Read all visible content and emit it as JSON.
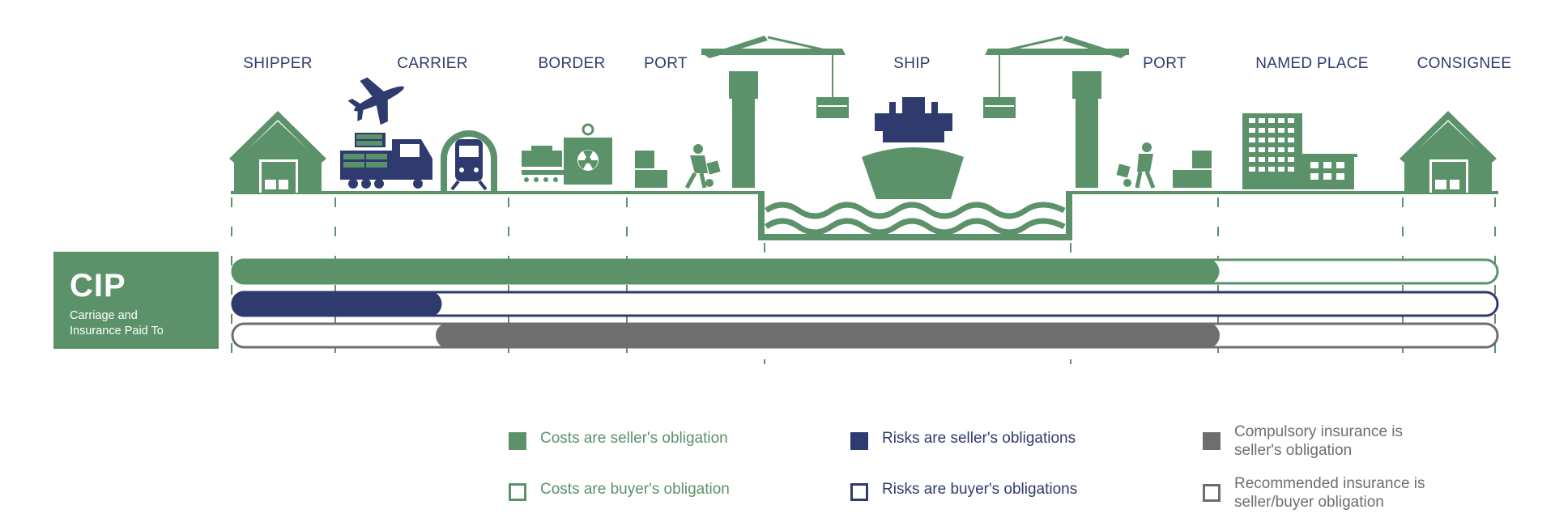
{
  "stages": [
    {
      "id": "shipper",
      "label": "SHIPPER"
    },
    {
      "id": "carrier",
      "label": "CARRIER"
    },
    {
      "id": "border",
      "label": "BORDER"
    },
    {
      "id": "port-origin",
      "label": "PORT"
    },
    {
      "id": "ship",
      "label": "SHIP"
    },
    {
      "id": "port-destination",
      "label": "PORT"
    },
    {
      "id": "named-place",
      "label": "NAMED PLACE"
    },
    {
      "id": "consignee",
      "label": "CONSIGNEE"
    }
  ],
  "term": {
    "code": "CIP",
    "name": "Carriage and Insurance Paid To"
  },
  "obligations": {
    "costs": {
      "seller_from": "shipper",
      "seller_to": "named-place"
    },
    "risks": {
      "seller_from": "shipper",
      "seller_to": "carrier"
    },
    "insurance": {
      "compulsory_from": "carrier",
      "compulsory_to": "named-place"
    }
  },
  "legend": {
    "costs_seller": "Costs are seller's obligation",
    "costs_buyer": "Costs are buyer's obligation",
    "risks_seller": "Risks are seller's obligations",
    "risks_buyer": "Risks are buyer's obligations",
    "insurance_seller": "Compulsory insurance is seller's obligation",
    "insurance_recommended": "Recommended insurance is seller/buyer obligation"
  },
  "colors": {
    "green": "#5b926a",
    "navy": "#2f3b6e",
    "gray": "#6e6e6e",
    "white": "#ffffff"
  },
  "icons": [
    "warehouse-icon",
    "airplane-icon",
    "truck-icon",
    "train-icon",
    "conveyor-icon",
    "radiation-scanner-icon",
    "crates-icon",
    "worker-handcart-icon",
    "crane-icon",
    "cargo-ship-icon",
    "waves-icon",
    "office-building-icon"
  ]
}
